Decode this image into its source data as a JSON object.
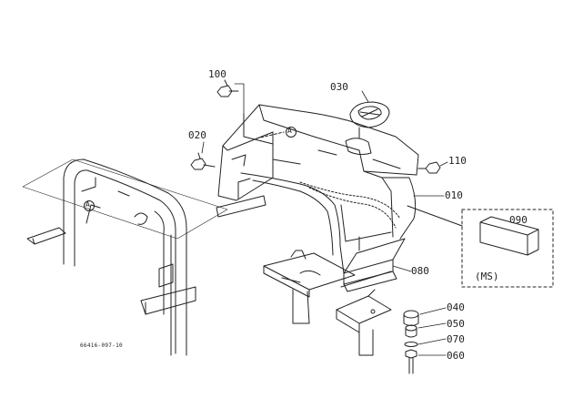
{
  "diagram": {
    "code": "66416-097-10",
    "callouts": {
      "p100": "100",
      "p030": "030",
      "p020": "020",
      "p110": "110",
      "p010": "010",
      "p090": "090",
      "ms": "(MS)",
      "p080": "080",
      "p040": "040",
      "p050": "050",
      "p070": "070",
      "p060": "060",
      "ref_a": "A"
    }
  },
  "colors": {
    "ink": "#222222",
    "background": "#ffffff"
  }
}
